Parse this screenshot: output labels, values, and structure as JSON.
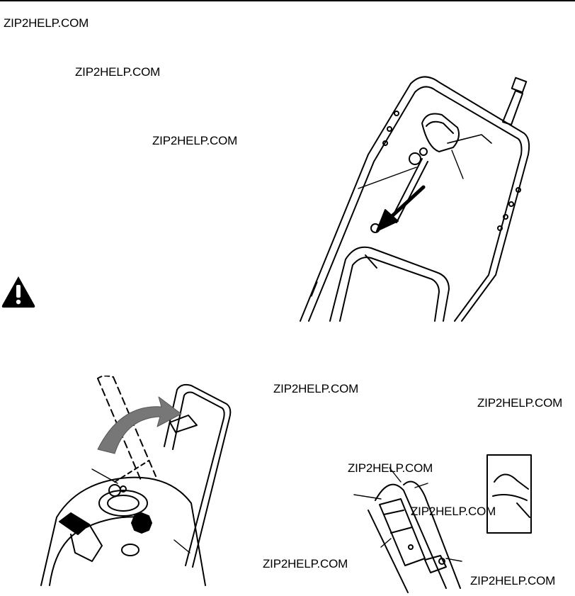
{
  "page": {
    "watermarks": [
      "ZIP2HELP.COM",
      "ZIP2HELP.COM",
      "ZIP2HELP.COM",
      "ZIP2HELP.COM",
      "ZIP2HELP.COM",
      "ZIP2HELP.COM",
      "ZIP2HELP.COM",
      "ZIP2HELP.COM",
      "ZIP2HELP.COM"
    ]
  },
  "figures": {
    "warning_symbol": "warning-triangle-icon",
    "handle_assembly": "line-art",
    "handle_raise": "line-art",
    "cable_guide": "line-art"
  }
}
